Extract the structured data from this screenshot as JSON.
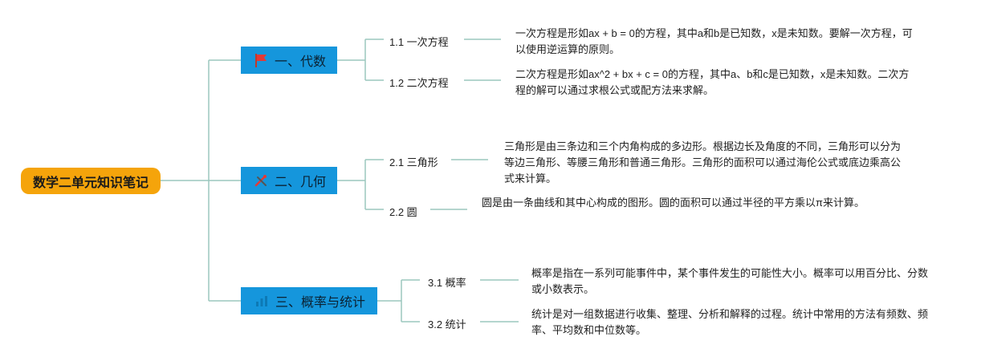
{
  "root": {
    "title": "数学二单元知识笔记"
  },
  "branches": [
    {
      "title": "一、代数",
      "icon": "red-flag-icon",
      "topics": [
        {
          "label": "1.1 一次方程",
          "note": "一次方程是形如ax + b = 0的方程，其中a和b是已知数，x是未知数。要解一次方程，可以使用逆运算的原则。"
        },
        {
          "label": "1.2 二次方程",
          "note": "二次方程是形如ax^2 + bx + c = 0的方程，其中a、b和c是已知数，x是未知数。二次方程的解可以通过求根公式或配方法来求解。"
        }
      ]
    },
    {
      "title": "二、几何",
      "icon": "tools-icon",
      "topics": [
        {
          "label": "2.1 三角形",
          "note": "三角形是由三条边和三个内角构成的多边形。根据边长及角度的不同，三角形可以分为等边三角形、等腰三角形和普通三角形。三角形的面积可以通过海伦公式或底边乘高公式来计算。"
        },
        {
          "label": "2.2 圆",
          "note": "圆是由一条曲线和其中心构成的图形。圆的面积可以通过半径的平方乘以π来计算。"
        }
      ]
    },
    {
      "title": "三、概率与统计",
      "icon": "chart-icon",
      "topics": [
        {
          "label": "3.1 概率",
          "note": "概率是指在一系列可能事件中，某个事件发生的可能性大小。概率可以用百分比、分数或小数表示。"
        },
        {
          "label": "3.2 统计",
          "note": "统计是对一组数据进行收集、整理、分析和解释的过程。统计中常用的方法有频数、频率、平均数和中位数等。"
        }
      ]
    }
  ],
  "colors": {
    "root": "#f5a40b",
    "branch": "#1596dc",
    "line": "#9cc7bd"
  }
}
